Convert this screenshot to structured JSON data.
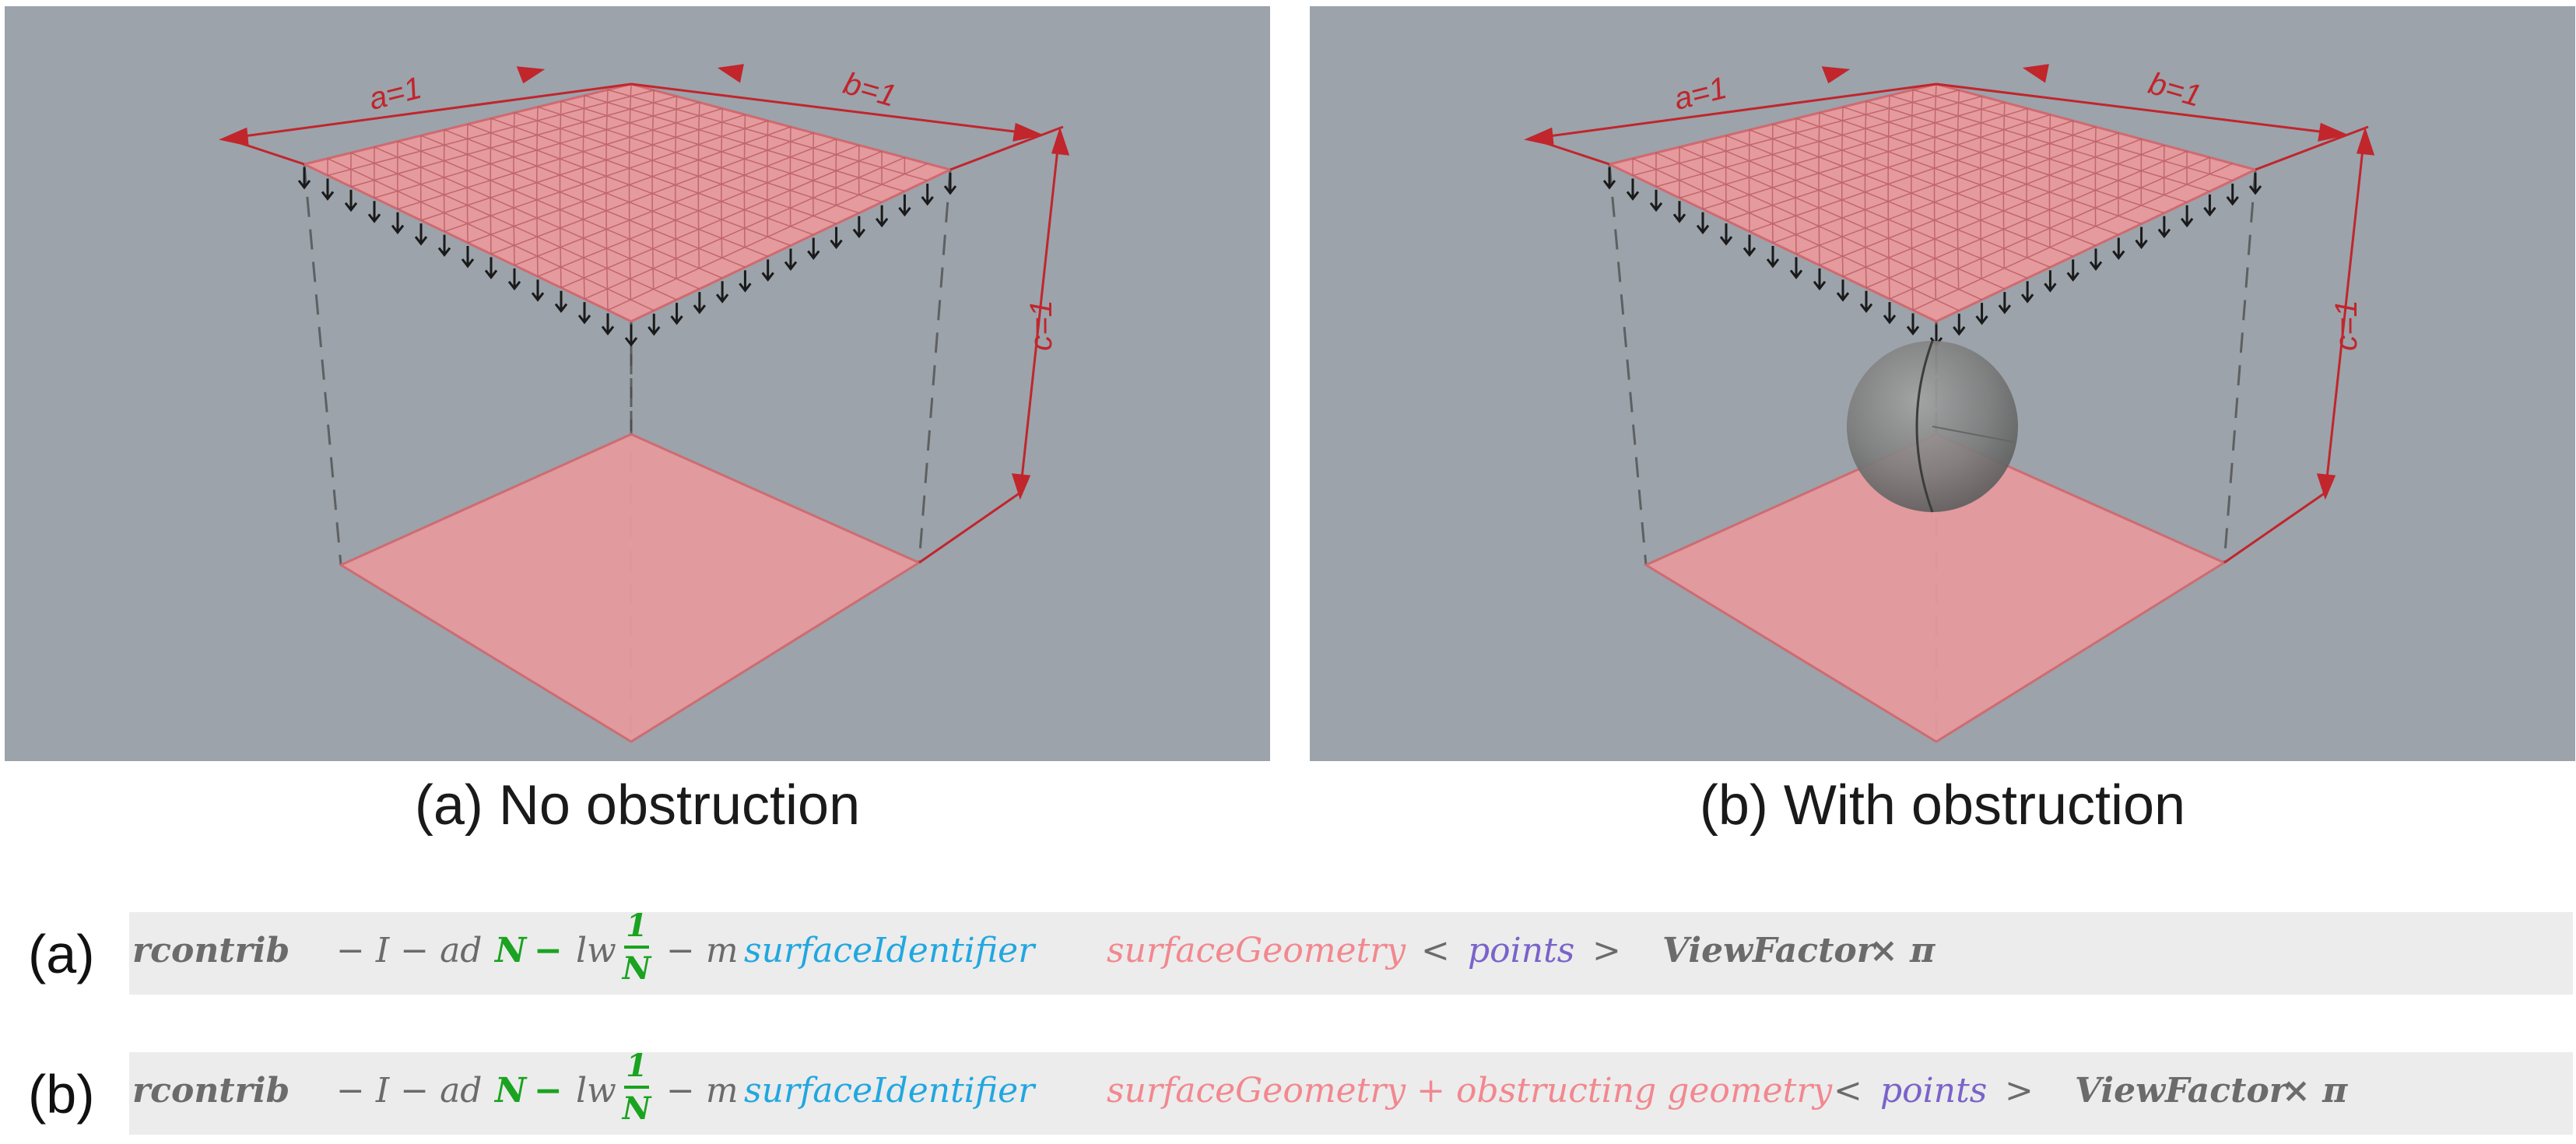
{
  "panels": {
    "a": {
      "caption": "(a) No obstruction"
    },
    "b": {
      "caption": "(b) With obstruction"
    }
  },
  "dimensions": {
    "a": "a=1",
    "b": "b=1",
    "c": "c=1"
  },
  "equations": {
    "a": {
      "label": "(a)",
      "cmd": "rcontrib",
      "opt1": "− I − ad",
      "n": "N",
      "minus": "−",
      "lw": "lw",
      "num": "1",
      "den": "N",
      "opt2": "− m",
      "surface_id": "surfaceIdentifier",
      "geometry": "surfaceGeometry",
      "lt": "<",
      "points": "points",
      "gt": ">",
      "view_factor": "ViewFactor",
      "times": "× π"
    },
    "b": {
      "label": "(b)",
      "cmd": "rcontrib",
      "opt1": "− I − ad",
      "n": "N",
      "minus": "−",
      "lw": "lw",
      "num": "1",
      "den": "N",
      "opt2": "− m",
      "surface_id": "surfaceIdentifier",
      "geometry": "surfaceGeometry + obstructing geometry",
      "lt": "<",
      "points": "points",
      "gt": ">",
      "view_factor": "ViewFactor",
      "times": "× π"
    }
  },
  "colors": {
    "background": "#9ca3ab",
    "surface_fill": "#e59a9d",
    "dimension_line": "#c0262c",
    "arrow": "#1a1a1a",
    "sphere": "#7e7e7e"
  }
}
